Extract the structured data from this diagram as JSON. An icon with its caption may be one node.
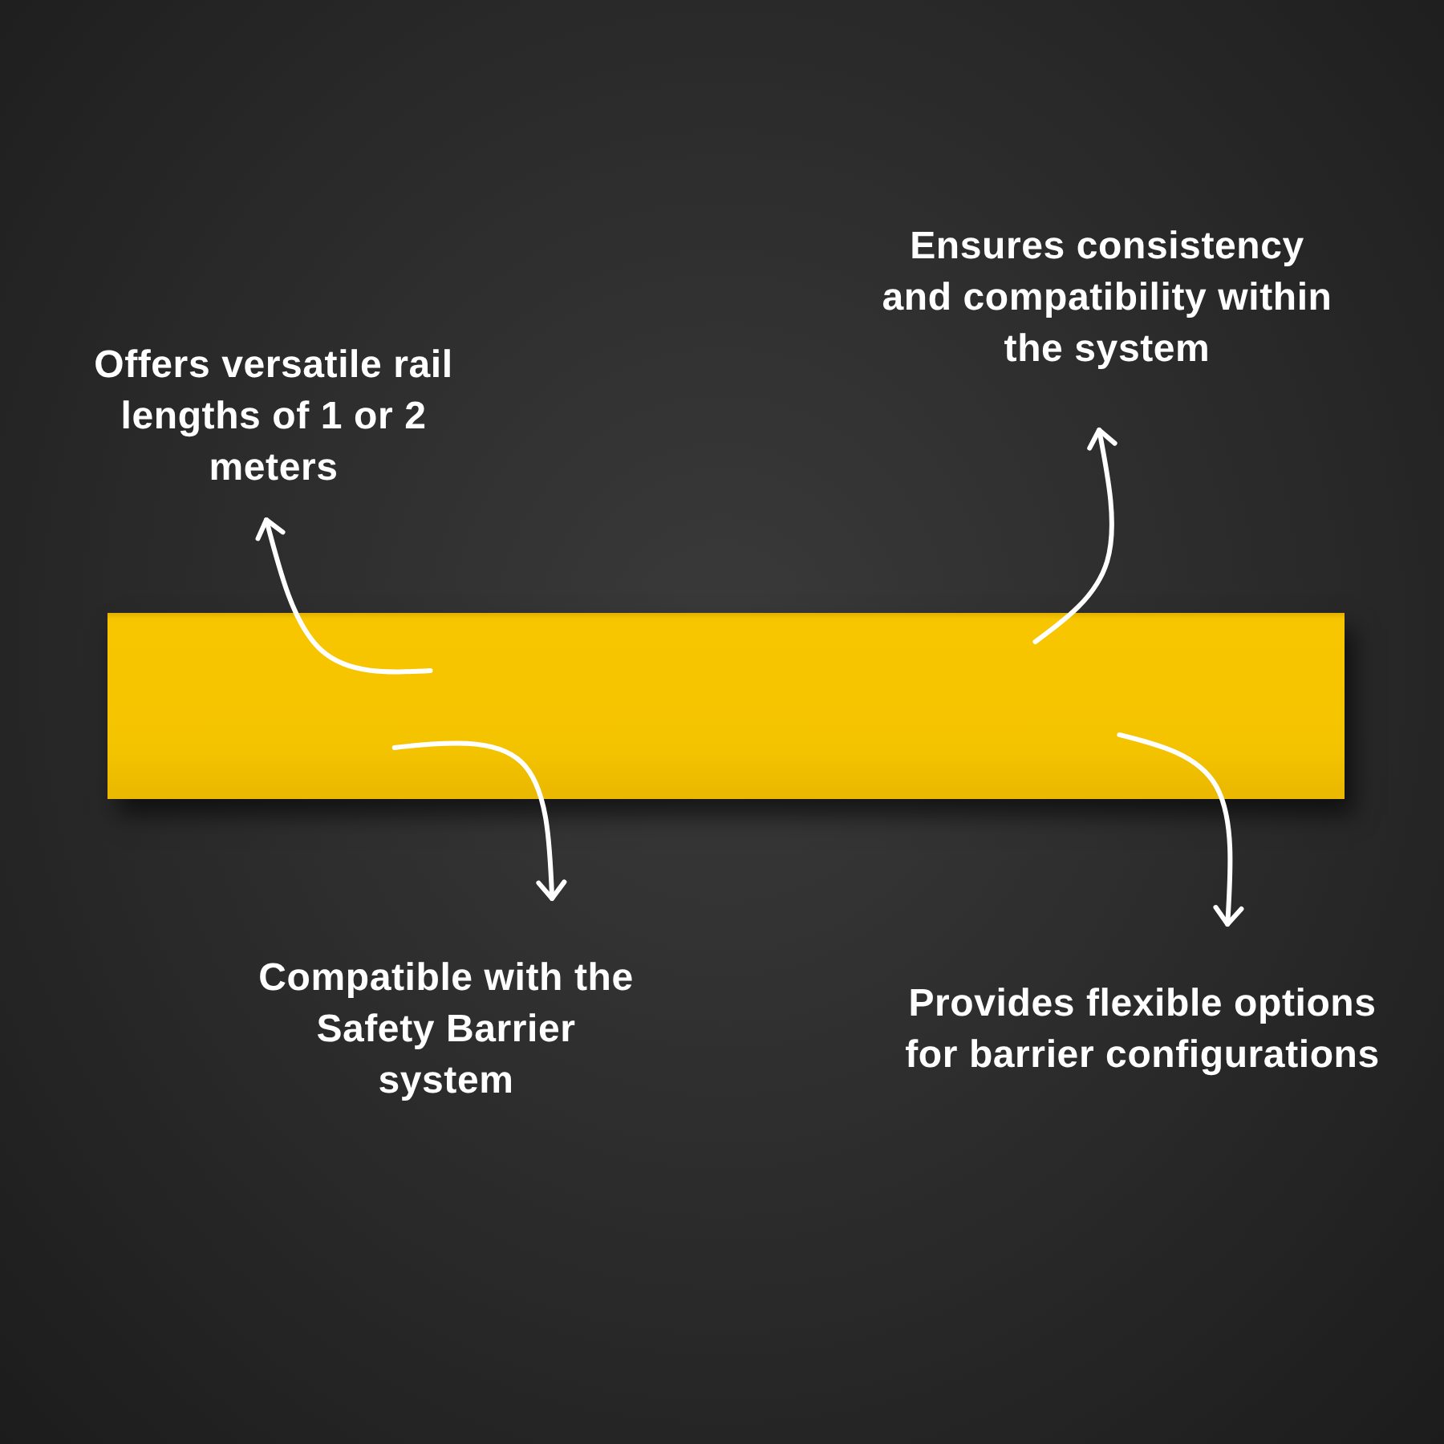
{
  "diagram": {
    "nodes": [
      {
        "text": [
          "Ensures consistency and compatibility within the system"
        ]
      },
      {
        "text": [
          "Offers versatile rail lengths of 1 or 2 meters"
        ]
      },
      {
        "text": [],
        "shape": "bar"
      },
      {
        "text": [
          "Compatible with the Safety Barrier system"
        ]
      },
      {
        "text": [
          "Provides flexible options for barrier configurations"
        ]
      }
    ],
    "edges": [
      {
        "from": 2,
        "to": 0,
        "arrow": "to"
      },
      {
        "from": 2,
        "to": 1,
        "arrow": "to"
      },
      {
        "from": 2,
        "to": 3,
        "arrow": "to"
      },
      {
        "from": 2,
        "to": 4,
        "arrow": "to"
      }
    ]
  }
}
